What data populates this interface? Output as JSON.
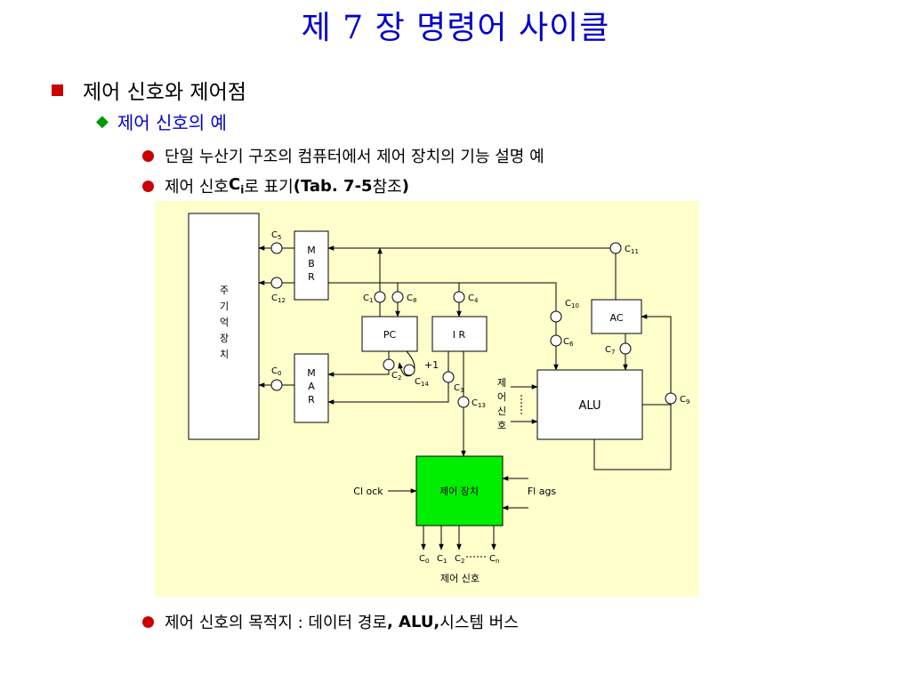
{
  "title": "제 7 장 명령어 사이클",
  "bullet1": "제어 신호와 제어점",
  "bullet2": "제어 신호의 예",
  "bullet3a": "단일 누산기 구조의 컴퓨터에서 제어 장치의 기능 설명 예",
  "bullet3b": {
    "prefix": "제어 신호 ",
    "ci_main": "C",
    "ci_sub": "i",
    "mid": "로 표기",
    "ref": "(Tab. 7-5",
    "ref_kr": " 참조",
    "close": ")"
  },
  "bullet3c": {
    "prefix": "제어 신호의 목적지 : 데이터 경로",
    "alu": ", ALU,",
    "rest": " 시스템 버스"
  },
  "colors": {
    "title": "#0000cc",
    "bullet_red": "#cc0000",
    "diamond_green": "#009900",
    "diagram_bg": "#ffffcc",
    "control_unit": "#00ee00"
  },
  "diagram": {
    "memory": [
      "주",
      "기",
      "억",
      "장",
      "치"
    ],
    "mbr": [
      "M",
      "B",
      "R"
    ],
    "mar": [
      "M",
      "A",
      "R"
    ],
    "pc": "PC",
    "ir": "I R",
    "ac": "AC",
    "alu": "ALU",
    "control_unit": "제어  장치",
    "clock": "Cl ock",
    "flags": "Fl ags",
    "plus_one": "+1",
    "ctrl_side": [
      "제",
      "어",
      "신",
      "호"
    ],
    "signals": {
      "c0": [
        "C",
        "0"
      ],
      "c1": [
        "C",
        "1"
      ],
      "c2": [
        "C",
        "2"
      ],
      "c3": [
        "C",
        "3"
      ],
      "c4": [
        "C",
        "4"
      ],
      "c5": [
        "C",
        "5"
      ],
      "c6": [
        "C",
        "6"
      ],
      "c7": [
        "C",
        "7"
      ],
      "c8": [
        "C",
        "8"
      ],
      "c9": [
        "C",
        "9"
      ],
      "c10": [
        "C",
        "10"
      ],
      "c11": [
        "C",
        "11"
      ],
      "c12": [
        "C",
        "12"
      ],
      "c13": [
        "C",
        "13"
      ],
      "c14": [
        "C",
        "14"
      ]
    },
    "outputs": {
      "o0": [
        "C",
        "0"
      ],
      "o1": [
        "C",
        "1"
      ],
      "o2": [
        "C",
        "2"
      ],
      "on": [
        "C",
        "n"
      ]
    },
    "outputs_label": "제어  신호"
  }
}
